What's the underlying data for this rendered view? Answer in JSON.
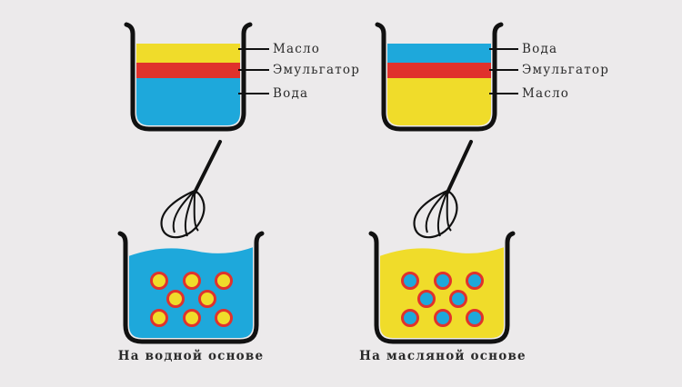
{
  "colors": {
    "background": "#eceaeb",
    "water": "#1ea8db",
    "oil": "#f0dc2a",
    "emulsifier": "#e0322c",
    "outline": "#111111"
  },
  "water_based": {
    "layers": {
      "top": "Масло",
      "middle": "Эмульгатор",
      "bottom": "Вода"
    },
    "caption": "На водной основе"
  },
  "oil_based": {
    "layers": {
      "top": "Вода",
      "middle": "Эмульгатор",
      "bottom": "Масло"
    },
    "caption": "На масляной основе"
  }
}
